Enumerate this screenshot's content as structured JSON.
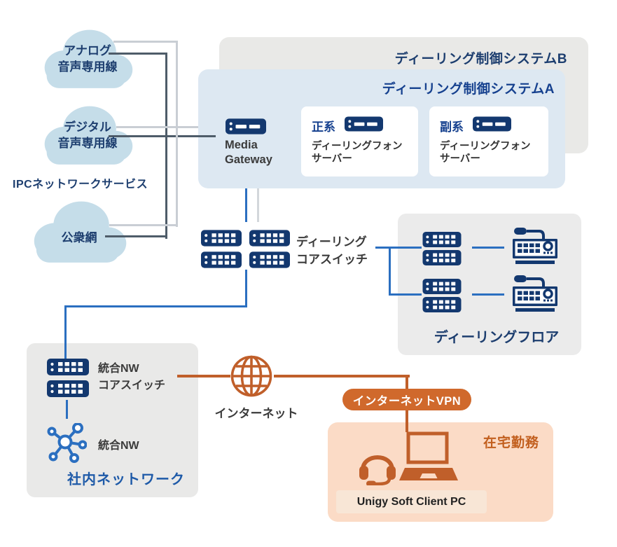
{
  "colors": {
    "icon_navy": "#13386f",
    "title_navy": "#1d3e6f",
    "title_blue": "#16418f",
    "office_title_blue": "#1e5aa8",
    "line_slate": "#4e5c69",
    "line_light_gray": "#c9ced4",
    "line_blue": "#2b6fc0",
    "orange": "#c05f2a",
    "badge_orange": "#d0692c",
    "cloud_fill": "#c5dde9",
    "system_a_bg": "#dde8f2",
    "system_b_bg": "#e9e9e7",
    "floor_bg": "#ebebeb",
    "remote_bg": "#fbdbc6"
  },
  "ipc_service": {
    "label": "IPCネットワークサービス",
    "clouds": [
      {
        "line1": "アナログ",
        "line2": "音声専用線"
      },
      {
        "line1": "デジタル",
        "line2": "音声専用線"
      },
      {
        "line1": "公衆網"
      }
    ]
  },
  "system_b": {
    "title": "ディーリング制御システムB"
  },
  "system_a": {
    "title": "ディーリング制御システムA",
    "media_gateway": {
      "line1": "Media",
      "line2": "Gateway"
    },
    "servers": [
      {
        "tag": "正系",
        "name_line1": "ディーリングフォン",
        "name_line2": "サーバー"
      },
      {
        "tag": "副系",
        "name_line1": "ディーリングフォン",
        "name_line2": "サーバー"
      }
    ]
  },
  "core_switch": {
    "line1": "ディーリング",
    "line2": "コアスイッチ"
  },
  "dealing_floor": {
    "title": "ディーリングフロア"
  },
  "office_network": {
    "core_switch_line1": "統合NW",
    "core_switch_line2": "コアスイッチ",
    "nw_label": "統合NW",
    "title": "社内ネットワーク"
  },
  "internet": {
    "label": "インターネット"
  },
  "vpn": {
    "label": "インターネットVPN"
  },
  "remote_work": {
    "title": "在宅勤務",
    "client": "Unigy Soft Client PC"
  },
  "icons": {
    "cloud": "cloud-icon",
    "switch": "network-switch-icon",
    "server": "server-icon",
    "dealer_phone": "dealer-phone-icon",
    "globe": "internet-globe-icon",
    "network_node": "network-node-icon",
    "headset": "headset-icon",
    "laptop": "laptop-icon"
  }
}
